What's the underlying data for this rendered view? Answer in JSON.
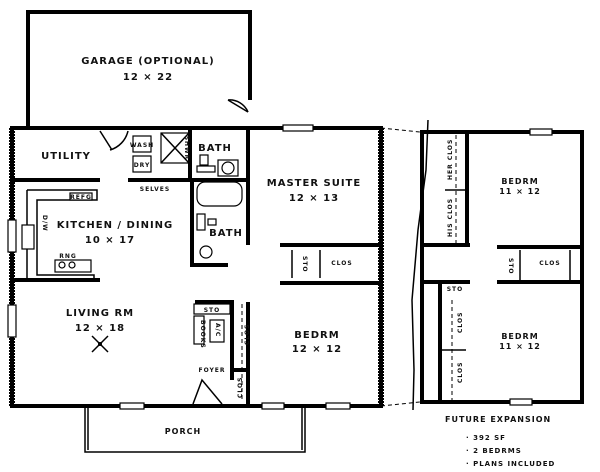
{
  "rooms": {
    "garage": {
      "name": "GARAGE (OPTIONAL)",
      "size": "12 × 22"
    },
    "utility": {
      "name": "UTILITY"
    },
    "wash": "WASH",
    "dry": "DRY",
    "shower": "SHWR",
    "bath1": "BATH",
    "shelves": "SELVES",
    "refrigerator": "REFG",
    "dishwasher": "D/W",
    "range": "RNG",
    "kitchen": {
      "name": "KITCHEN / DINING",
      "size": "10 × 17"
    },
    "bath2": "BATH",
    "master": {
      "name": "MASTER SUITE",
      "size": "12 × 13"
    },
    "master_sto": "STO",
    "master_clos": "CLOS",
    "living": {
      "name": "LIVING RM",
      "size": "12 × 18"
    },
    "sto": "STO",
    "books": "BOOKS",
    "ac": "A/C",
    "clos1": "CLOS",
    "foyer": "FOYER",
    "clos2": "CLOS",
    "bedrm": {
      "name": "BEDRM",
      "size": "12 × 12"
    },
    "porch": "PORCH"
  },
  "expansion": {
    "her_clos": "HER CLOS",
    "his_clos": "HIS CLOS",
    "bedrm_top": {
      "name": "BEDRM",
      "size": "11 × 12"
    },
    "sto_mid": "STO",
    "clos_mid": "CLOS",
    "sto_low": "STO",
    "clos_a": "CLOS",
    "clos_b": "CLOS",
    "bedrm_bottom": {
      "name": "BEDRM",
      "size": "11 × 12"
    },
    "title": "FUTURE EXPANSION",
    "notes": [
      "· 392 SF",
      "· 2 BEDRMS",
      "· PLANS INCLUDED"
    ]
  }
}
